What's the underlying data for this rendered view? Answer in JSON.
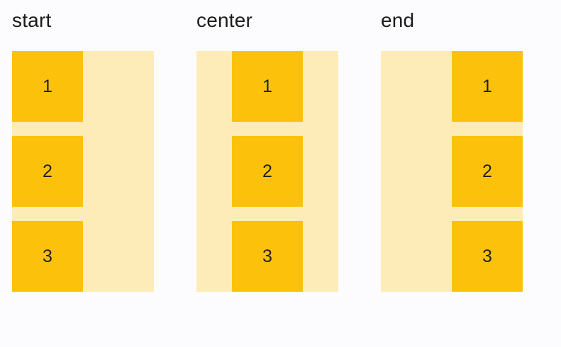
{
  "page": {
    "background": "#FCFCFE"
  },
  "colors": {
    "container_bg": "#FDECB8",
    "box_bg": "#FCC20B",
    "label_text": "#1B1B1B",
    "box_text": "#1F2023"
  },
  "columns": [
    {
      "label": "start",
      "alignment": "start",
      "items": [
        "1",
        "2",
        "3"
      ]
    },
    {
      "label": "center",
      "alignment": "center",
      "items": [
        "1",
        "2",
        "3"
      ]
    },
    {
      "label": "end",
      "alignment": "end",
      "items": [
        "1",
        "2",
        "3"
      ]
    }
  ]
}
